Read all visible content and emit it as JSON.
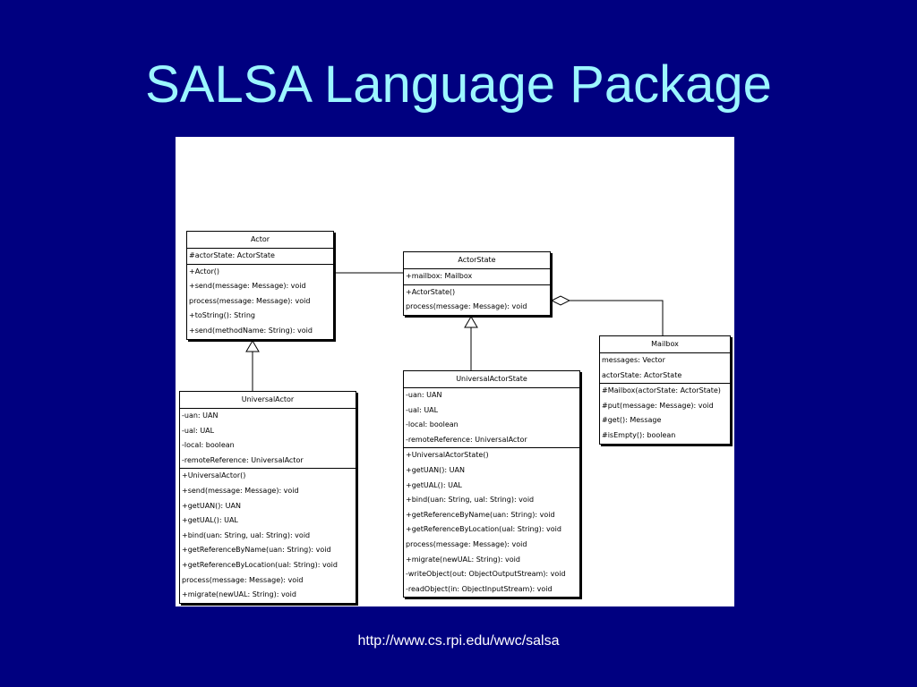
{
  "slide": {
    "title": "SALSA Language Package",
    "footer_url": "http://www.cs.rpi.edu/wwc/salsa"
  },
  "classes": {
    "actor": {
      "name": "Actor",
      "attributes": [
        "#actorState: ActorState"
      ],
      "operations": [
        "+Actor()",
        "+send(message: Message): void",
        "process(message: Message): void",
        "+toString(): String",
        "+send(methodName: String): void"
      ]
    },
    "actor_state": {
      "name": "ActorState",
      "attributes": [
        "+mailbox: Mailbox"
      ],
      "operations": [
        "+ActorState()",
        "process(message: Message): void"
      ]
    },
    "mailbox": {
      "name": "Mailbox",
      "attributes": [
        "messages: Vector",
        "actorState: ActorState"
      ],
      "operations": [
        "#Mailbox(actorState: ActorState)",
        "#put(message: Message): void",
        "#get(): Message",
        "#isEmpty(): boolean"
      ]
    },
    "universal_actor": {
      "name": "UniversalActor",
      "attributes": [
        "-uan: UAN",
        "-ual: UAL",
        "-local: boolean",
        "-remoteReference: UniversalActor"
      ],
      "operations": [
        "+UniversalActor()",
        "+send(message: Message): void",
        "+getUAN(): UAN",
        "+getUAL(): UAL",
        "+bind(uan: String, ual: String): void",
        "+getReferenceByName(uan: String): void",
        "+getReferenceByLocation(ual: String): void",
        "process(message: Message): void",
        "+migrate(newUAL: String): void"
      ]
    },
    "universal_actor_state": {
      "name": "UniversalActorState",
      "attributes": [
        "-uan: UAN",
        "-ual: UAL",
        "-local: boolean",
        "-remoteReference: UniversalActor"
      ],
      "operations": [
        "+UniversalActorState()",
        "+getUAN(): UAN",
        "+getUAL(): UAL",
        "+bind(uan: String, ual: String): void",
        "+getReferenceByName(uan: String): void",
        "+getReferenceByLocation(ual: String): void",
        "process(message: Message): void",
        "+migrate(newUAL: String): void",
        "-writeObject(out: ObjectOutputStream): void",
        "-readObject(in: ObjectInputStream): void"
      ]
    }
  }
}
